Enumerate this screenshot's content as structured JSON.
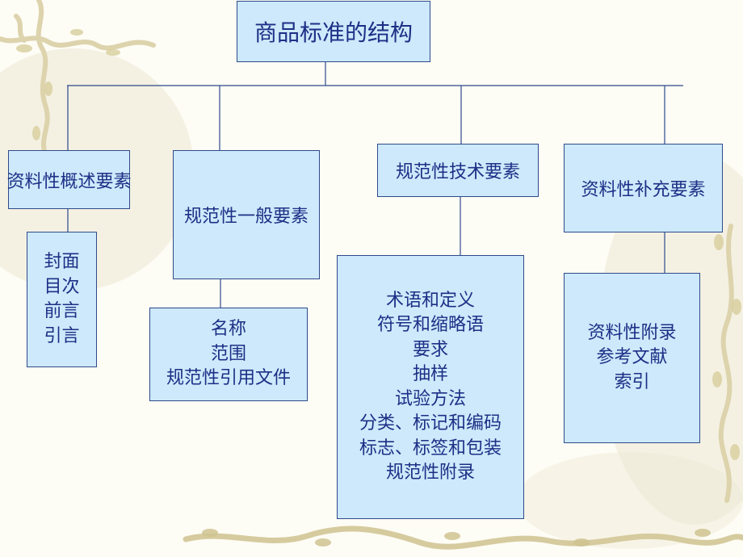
{
  "diagram": {
    "root": "商品标准的结构",
    "categories": [
      {
        "label": "资料性概述要素",
        "items": [
          "封面",
          "目次",
          "前言",
          "引言"
        ]
      },
      {
        "label": "规范性一般要素",
        "items": [
          "名称",
          "范围",
          "规范性引用文件"
        ]
      },
      {
        "label": "规范性技术要素",
        "items": [
          "术语和定义",
          "符号和缩略语",
          "要求",
          "抽样",
          "试验方法",
          "分类、标记和编码",
          "标志、标签和包装",
          "规范性附录"
        ]
      },
      {
        "label": "资料性补充要素",
        "items": [
          "资料性附录",
          "参考文献",
          "索引"
        ]
      }
    ]
  },
  "colors": {
    "box_fill": "#cde9fb",
    "box_border": "#2d4a8c",
    "text": "#1d2f86",
    "connector": "#2d4a8c",
    "background": "#fdfcf5",
    "decor_vine": "#e3dcc0"
  }
}
